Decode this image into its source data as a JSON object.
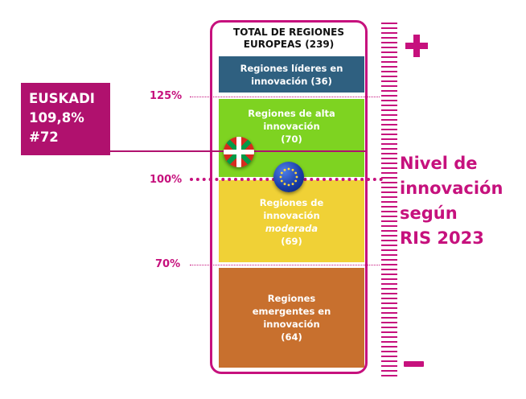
{
  "total": {
    "title_line1": "TOTAL DE REGIONES",
    "title_line2": "EUROPEAS (239)"
  },
  "categories": [
    {
      "line1": "Regiones líderes en",
      "line2": "innovación (36)",
      "color": "#2f6080"
    },
    {
      "line1": "Regiones de alta",
      "line2": "innovación",
      "line3": "(70)",
      "color": "#7ed321"
    },
    {
      "line1": "Regiones de",
      "line2": "innovación",
      "line3": "moderada",
      "line4": "(69)",
      "color": "#f0d136"
    },
    {
      "line1": "Regiones",
      "line2": "emergentes en",
      "line3": "innovación",
      "line4": "(64)",
      "color": "#c8702e"
    }
  ],
  "thresholds": {
    "t125": "125%",
    "t100": "100%",
    "t70": "70%"
  },
  "euskadi": {
    "name": "EUSKADI",
    "value": "109,8%",
    "rank": "#72",
    "color": "#b0116e"
  },
  "scale": {
    "label_line1": "Nivel de",
    "label_line2": "innovación",
    "label_line3": "según",
    "label_line4": "RIS 2023",
    "top_icon": "plus-icon",
    "bottom_icon": "minus-icon",
    "accent": "#c6117d"
  },
  "flags": {
    "euskadi_flag": "ikurrina-icon",
    "eu_flag": "eu-flag-icon"
  }
}
